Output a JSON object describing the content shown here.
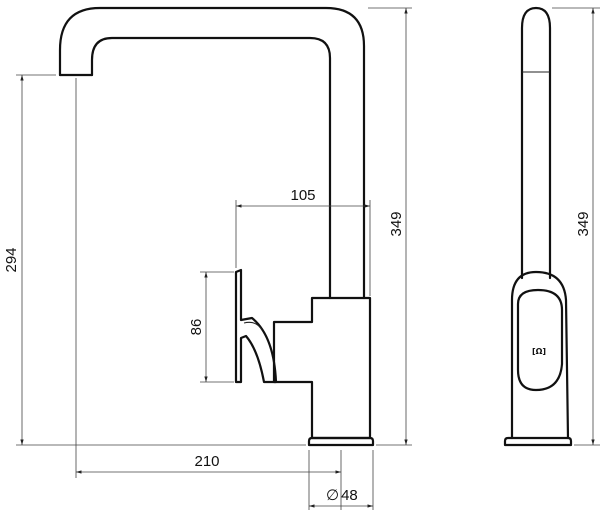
{
  "dimensions": {
    "spout_height": "294",
    "total_height_front": "349",
    "total_height_side": "349",
    "spout_reach": "210",
    "lever_offset": "105",
    "lever_height": "86",
    "base_diameter": "48",
    "diameter_symbol": "∅"
  },
  "logo": {
    "text": "[Ω]"
  },
  "colors": {
    "line": "#111111",
    "background": "#ffffff"
  }
}
